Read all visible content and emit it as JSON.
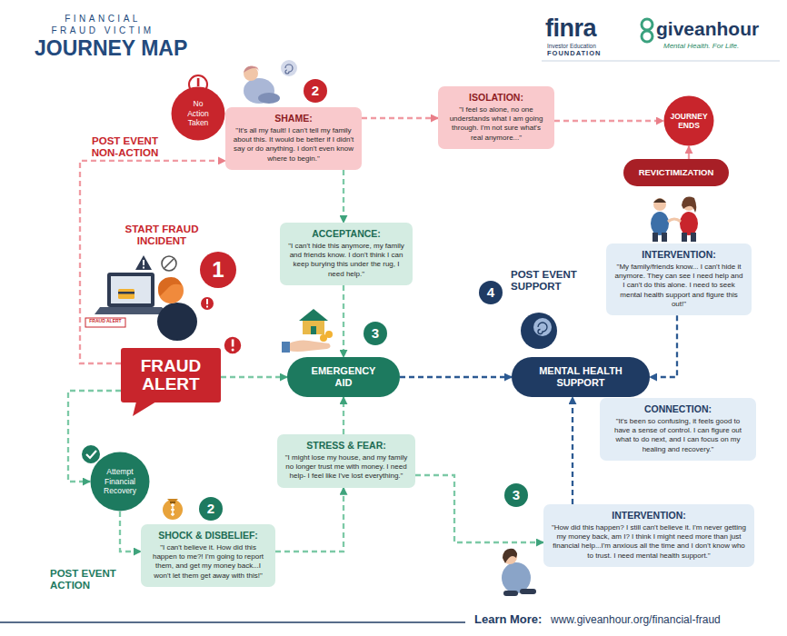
{
  "diagram": {
    "title": "JOURNEY MAP",
    "nodes": [
      {
        "text": [
          "No Action Taken"
        ]
      },
      {
        "text": [
          "SHAME:",
          "\"It's all my fault! I can't tell my family about this. It would be better if I didn't say or do anything. I don't even know where to begin.\""
        ]
      },
      {
        "text": [
          "ISOLATION:",
          "\"I feel so alone, no one understands what I am going through. I'm not sure what's real anymore...\""
        ]
      },
      {
        "text": [
          "JOURNEY ENDS"
        ]
      },
      {
        "text": [
          "REVICTIMIZATION"
        ]
      },
      {
        "text": [
          "ACCEPTANCE:",
          "\"I can't hide this anymore, my family and friends know. I don't think I can keep burying this under the rug, I need help.\""
        ]
      },
      {
        "text": [
          "INTERVENTION:",
          "\"My family/friends know... I can't hide it anymore. They can see I need help and I can't do this alone. I need to seek mental health support and figure this out!\""
        ]
      },
      {
        "text": [
          "FRAUD ALERT"
        ]
      },
      {
        "text": [
          "EMERGENCY AID"
        ]
      },
      {
        "text": [
          "MENTAL HEALTH SUPPORT"
        ]
      },
      {
        "text": [
          "CONNECTION:",
          "\"It's been so confusing, it feels good to have a sense of control. I can figure out what to do next, and I can focus on my healing and recovery.\""
        ]
      },
      {
        "text": [
          "Attempt Financial Recovery"
        ]
      },
      {
        "text": [
          "STRESS & FEAR:",
          "\"I might lose my house, and my family no longer trust me with money. I need help- I feel like I've lost everything.\""
        ]
      },
      {
        "text": [
          "SHOCK & DISBELIEF:",
          "\"I can't believe it. How did this happen to me?! I'm going to report them, and get my money back...I won't let them get away with this!\""
        ]
      },
      {
        "text": [
          "INTERVENTION:",
          "\"How did this happen? I still can't believe it. I'm never getting my money back, am I? I think I might need more than just financial help...I'm anxious all the time and I don't know who to trust. I need mental health support.\""
        ]
      }
    ],
    "edges": [
      {
        "from": 7,
        "to": 1,
        "arrow": "to"
      },
      {
        "from": 1,
        "to": 2,
        "arrow": "to"
      },
      {
        "from": 2,
        "to": 3,
        "arrow": "to"
      },
      {
        "from": 4,
        "to": 3,
        "arrow": "to"
      },
      {
        "from": 1,
        "to": 5,
        "arrow": "to"
      },
      {
        "from": 5,
        "to": 8,
        "arrow": "to"
      },
      {
        "from": 6,
        "to": 9,
        "arrow": "to"
      },
      {
        "from": 7,
        "to": 8,
        "arrow": "to"
      },
      {
        "from": 8,
        "to": 9,
        "arrow": "to"
      },
      {
        "from": 7,
        "to": 11,
        "arrow": "to"
      },
      {
        "from": 11,
        "to": 13,
        "arrow": "to"
      },
      {
        "from": 13,
        "to": 12,
        "arrow": "to"
      },
      {
        "from": 12,
        "to": 8,
        "arrow": "to"
      },
      {
        "from": 12,
        "to": 14,
        "arrow": "to"
      },
      {
        "from": 14,
        "to": 9,
        "arrow": "to"
      }
    ],
    "labels": [
      "FINANCIAL FRAUD VICTIM",
      "finra",
      "Investor Education",
      "FOUNDATION",
      "giveanhour",
      "Mental Health. For Life.",
      "2",
      "POST EVENT NON-ACTION",
      "START FRAUD INCIDENT",
      "1",
      "FRAUD ALERT",
      "3",
      "4",
      "POST EVENT SUPPORT",
      "2",
      "3",
      "POST EVENT ACTION",
      "Learn More:",
      "www.giveanhour.org/financial-fraud"
    ]
  }
}
